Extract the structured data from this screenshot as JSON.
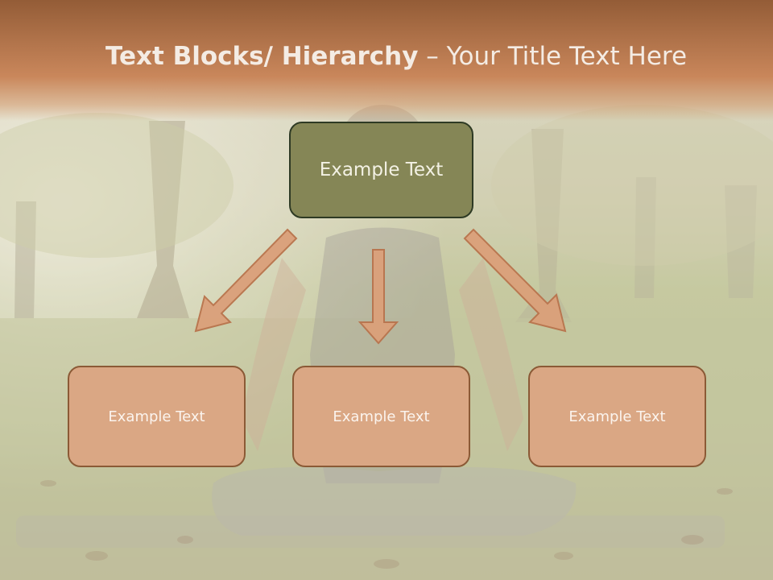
{
  "slide": {
    "title_bold": "Text Blocks/ Hierarchy",
    "title_rest": " – Your Title Text Here"
  },
  "diagram": {
    "top_box": {
      "label": "Example Text"
    },
    "children": [
      {
        "label": "Example Text"
      },
      {
        "label": "Example Text"
      },
      {
        "label": "Example Text"
      }
    ]
  },
  "colors": {
    "title_bar": "#c8825a",
    "top_box_fill": "#858656",
    "child_box_fill": "#daa784",
    "arrow_fill": "#dba07a",
    "arrow_stroke": "#b9734c"
  }
}
